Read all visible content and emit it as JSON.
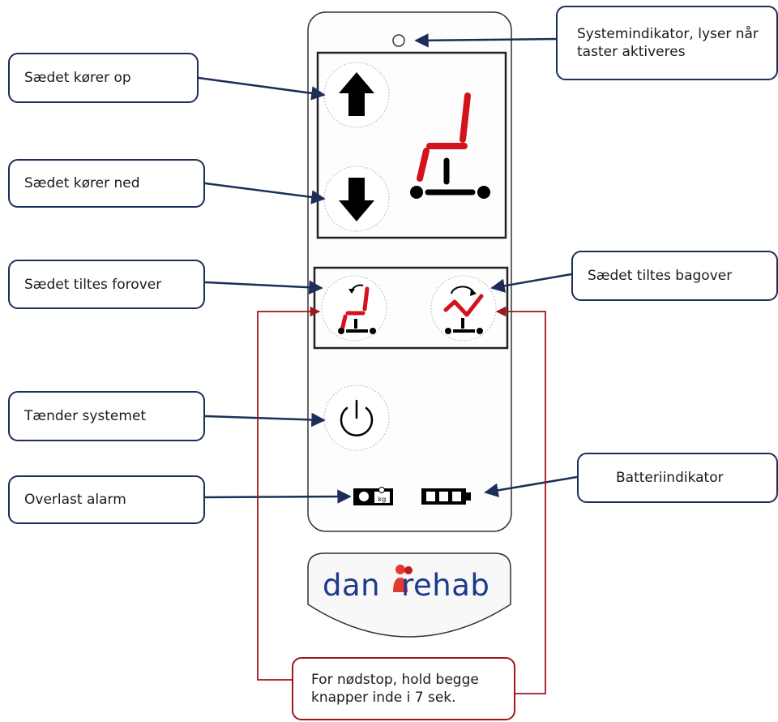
{
  "callouts": {
    "system_indicator": "Systemindikator, lyser når taster aktiveres",
    "seat_up": "Sædet kører op",
    "seat_down": "Sædet kører ned",
    "tilt_forward": "Sædet tiltes forover",
    "tilt_backward": "Sædet tiltes bagover",
    "power_on": "Tænder systemet",
    "overload_alarm": "Overlast alarm",
    "battery_indicator": "Batteriindikator",
    "emergency_stop": "For nødstop, hold begge knapper inde i 7 sek."
  },
  "logo": {
    "part1": "dan",
    "part2": "rehab"
  },
  "icons": [
    "arrow-up-icon",
    "arrow-down-icon",
    "seat-lift-icon",
    "tilt-forward-icon",
    "tilt-backward-icon",
    "power-icon",
    "overload-scale-icon",
    "kg-icon",
    "battery-icon",
    "system-indicator-led",
    "person-logo-icon"
  ],
  "overload_badge_text": "kg",
  "colors": {
    "navy": "#1c2d5a",
    "red_accent": "#d2131c",
    "callout_red": "#a3141c",
    "logo_blue": "#1a3a8c"
  }
}
